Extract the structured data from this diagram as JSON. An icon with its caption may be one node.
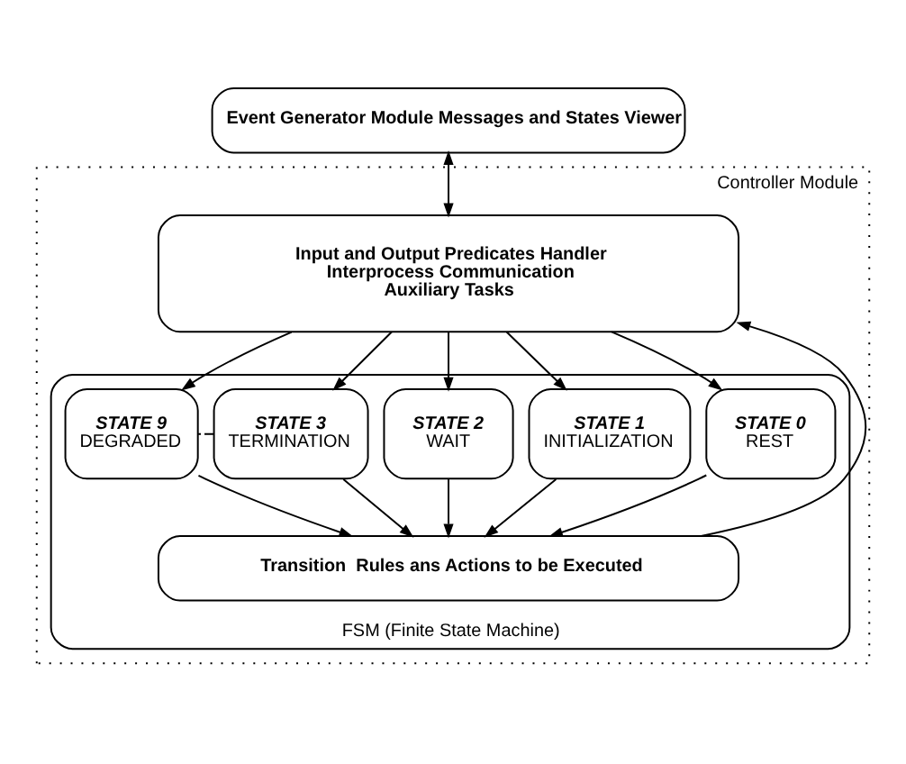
{
  "diagram": {
    "nodes": [
      {
        "text": [
          "Event Generator Module Messages and States Viewer"
        ]
      },
      {
        "text": [
          "Controller Module"
        ]
      },
      {
        "text": [
          "Input and Output Predicates Handler",
          "Interprocess Communication",
          "Auxiliary Tasks"
        ],
        "in": 1
      },
      {
        "text": [
          "FSM (Finite State Machine)"
        ],
        "in": 1
      },
      {
        "text": [
          "STATE 0",
          "REST"
        ],
        "in": 3
      },
      {
        "text": [
          "STATE 1",
          "INITIALIZATION"
        ],
        "in": 3
      },
      {
        "text": [
          "STATE 2",
          "WAIT"
        ],
        "in": 3
      },
      {
        "text": [
          "STATE 3",
          "TERMINATION"
        ],
        "in": 3
      },
      {
        "text": [
          "STATE 9",
          "DEGRADED"
        ],
        "in": 3
      },
      {
        "text": [
          "Transition  Rules ans Actions to be Executed"
        ],
        "in": 3
      }
    ],
    "edges": [
      {
        "from": 0,
        "to": 2,
        "arrow": "both"
      },
      {
        "from": 2,
        "to": 4,
        "arrow": "to"
      },
      {
        "from": 2,
        "to": 5,
        "arrow": "to"
      },
      {
        "from": 2,
        "to": 6,
        "arrow": "to"
      },
      {
        "from": 2,
        "to": 7,
        "arrow": "to"
      },
      {
        "from": 2,
        "to": 8,
        "arrow": "to"
      },
      {
        "from": 7,
        "to": 8,
        "arrow": "none",
        "style": "dashed"
      },
      {
        "from": 4,
        "to": 9,
        "arrow": "to"
      },
      {
        "from": 5,
        "to": 9,
        "arrow": "to"
      },
      {
        "from": 6,
        "to": 9,
        "arrow": "to"
      },
      {
        "from": 7,
        "to": 9,
        "arrow": "to"
      },
      {
        "from": 8,
        "to": 9,
        "arrow": "to"
      },
      {
        "from": 9,
        "to": 2,
        "arrow": "to"
      }
    ]
  }
}
